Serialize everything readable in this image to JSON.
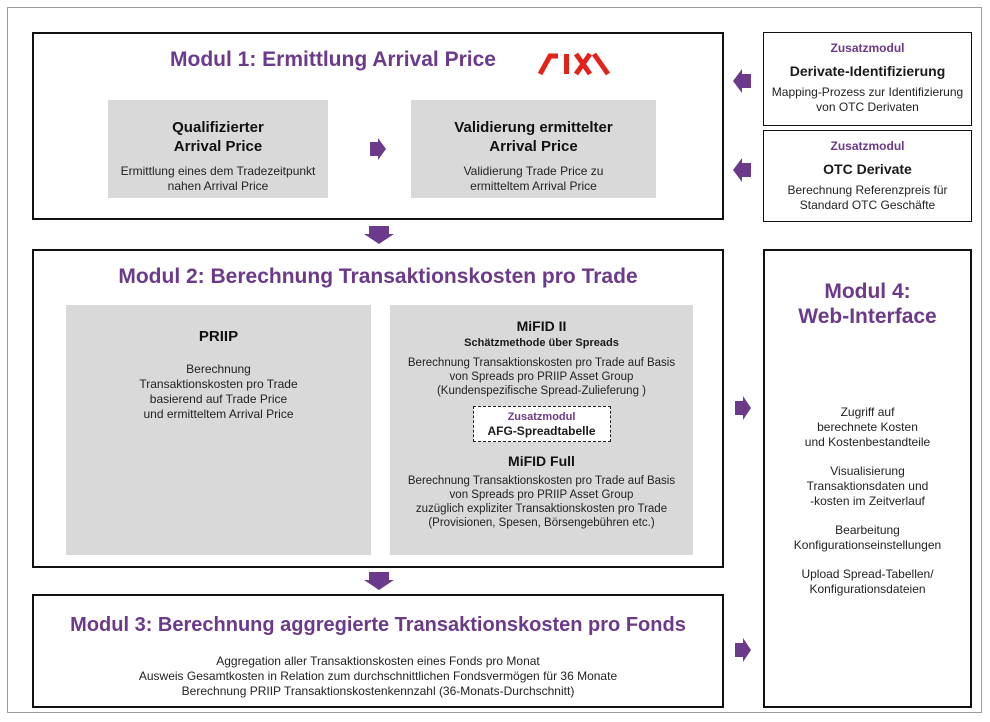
{
  "modul1": {
    "title": "Modul 1: Ermittlung Arrival Price",
    "logo": "SIX",
    "box_left": {
      "title_line1": "Qualifizierter",
      "title_line2": "Arrival Price",
      "text_line1": "Ermittlung eines dem Tradezeitpunkt",
      "text_line2": "nahen Arrival Price"
    },
    "box_right": {
      "title_line1": "Validierung ermittelter",
      "title_line2": "Arrival Price",
      "text_line1": "Validierung Trade Price zu",
      "text_line2": "ermitteltem Arrival Price"
    }
  },
  "zusatz1": {
    "label": "Zusatzmodul",
    "title": "Derivate-Identifizierung",
    "text_line1": "Mapping-Prozess zur Identifizierung",
    "text_line2": "von OTC Derivaten"
  },
  "zusatz2": {
    "label": "Zusatzmodul",
    "title": "OTC Derivate",
    "text_line1": "Berechnung Referenzpreis für",
    "text_line2": "Standard OTC Geschäfte"
  },
  "modul2": {
    "title": "Modul 2: Berechnung Transaktionskosten pro Trade",
    "priip": {
      "title": "PRIIP",
      "lines": [
        "Berechnung",
        "Transaktionskosten pro Trade",
        "basierend auf Trade Price",
        "und ermitteltem Arrival Price"
      ]
    },
    "mifid": {
      "title": "MiFID II",
      "subtitle": "Schätzmethode über Spreads",
      "lines": [
        "Berechnung Transaktionskosten pro Trade auf Basis",
        "von Spreads pro PRIIP Asset Group",
        "(Kundenspezifische Spread-Zulieferung )"
      ],
      "zusatz_label": "Zusatzmodul",
      "zusatz_title": "AFG-Spreadtabelle",
      "full_title": "MiFID Full",
      "full_lines": [
        "Berechnung Transaktionskosten pro Trade auf Basis",
        "von Spreads pro PRIIP Asset Group",
        "zuzüglich expliziter Transaktionskosten pro Trade",
        "(Provisionen, Spesen, Börsengebühren etc.)"
      ]
    }
  },
  "modul3": {
    "title": "Modul 3: Berechnung aggregierte Transaktionskosten pro Fonds",
    "lines": [
      "Aggregation aller Transaktionskosten eines Fonds pro Monat",
      "Ausweis Gesamtkosten in Relation zum durchschnittlichen Fondsvermögen für 36 Monate",
      "Berechnung PRIIP Transaktionskostenkennzahl (36-Monats-Durchschnitt)"
    ]
  },
  "modul4": {
    "title_line1": "Modul 4:",
    "title_line2": "Web-Interface",
    "items": [
      [
        "Zugriff auf",
        "berechnete Kosten",
        "und Kostenbestandteile"
      ],
      [
        "Visualisierung",
        "Transaktionsdaten und",
        "-kosten im Zeitverlauf"
      ],
      [
        "Bearbeitung",
        "Konfigurationseinstellungen"
      ],
      [
        "Upload Spread-Tabellen/",
        "Konfigurationsdateien"
      ]
    ]
  },
  "colors": {
    "purple": "#6b3a8a",
    "grey": "#d9d9d9",
    "six_red": "#e2231a"
  }
}
